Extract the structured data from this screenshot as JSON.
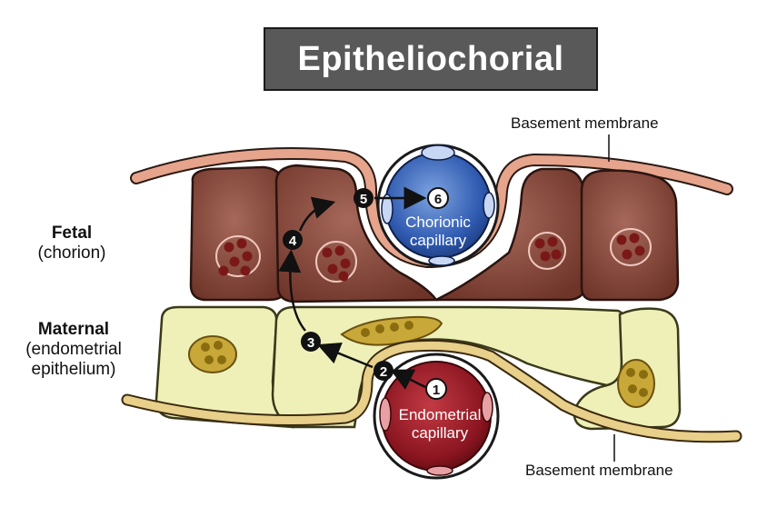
{
  "title": "Epitheliochorial",
  "labels": {
    "fetal": "Fetal",
    "fetal_sub": "(chorion)",
    "maternal": "Maternal",
    "maternal_sub_1": "(endometrial",
    "maternal_sub_2": "epithelium)",
    "basement_top": "Basement membrane",
    "basement_bottom": "Basement membrane",
    "chorionic_1": "Chorionic",
    "chorionic_2": "capillary",
    "endometrial_1": "Endometrial",
    "endometrial_2": "capillary"
  },
  "steps": [
    "1",
    "2",
    "3",
    "4",
    "5",
    "6"
  ],
  "colors": {
    "fetal_cell": "#8a4a3c",
    "maternal_cell": "#eef0b8",
    "basement_membrane": "#e6a48c",
    "chorionic_capillary": "#2f5ab0",
    "endometrial_capillary": "#8a1520",
    "nucleus": "#c0a030"
  }
}
